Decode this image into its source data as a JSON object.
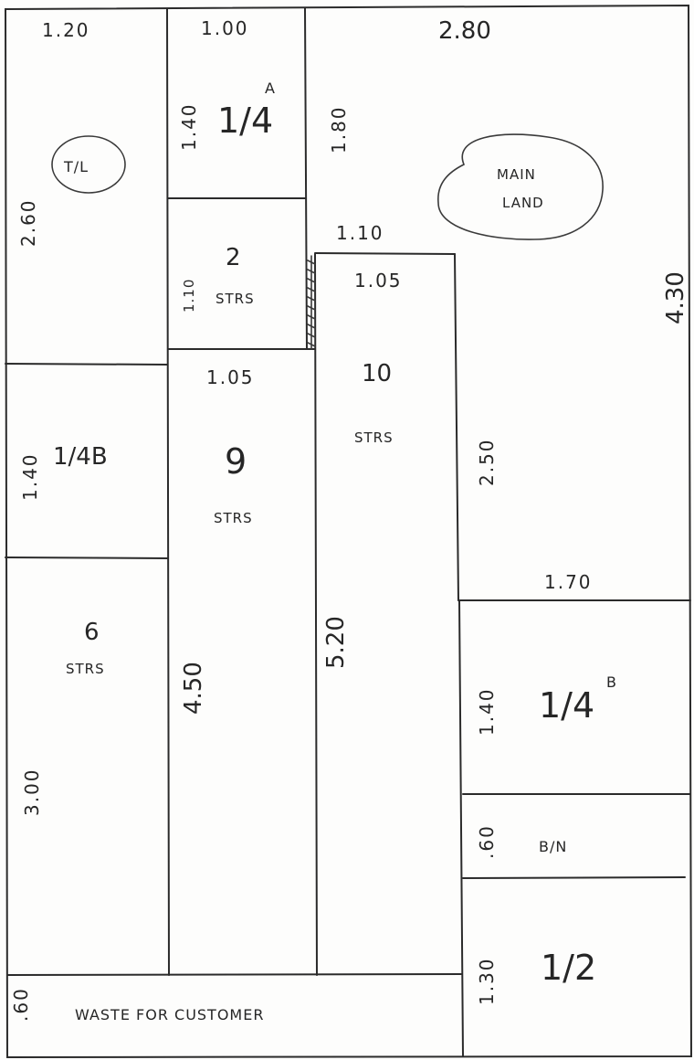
{
  "dimensions": {
    "tl_width": "1.20",
    "tl_height": "2.60",
    "quarter_a_width": "1.00",
    "quarter_a_height": "1.40",
    "main_width": "2.80",
    "main_left_height": "1.80",
    "main_right_height": "4.30",
    "main_step": "1.10",
    "stairs2_height": "1.10",
    "stairs10_width": "1.05",
    "stairs9_width": "1.05",
    "quarter_b_left_height": "1.40",
    "stairs6_height": "3.00",
    "stairs9_height": "4.50",
    "stairs10_height": "5.20",
    "right_mid_height": "2.50",
    "quarter_b_right_width": "1.70",
    "quarter_b_right_height": "1.40",
    "bin_height": ".60",
    "half_height": "1.30",
    "waste_height": ".60"
  },
  "rooms": {
    "tl": "T/L",
    "main_land_1": "MAIN",
    "main_land_2": "LAND",
    "quarter_a_num": "1/4",
    "quarter_a_sup": "A",
    "stairs2_num": "2",
    "stairs2_text": "STRS",
    "stairs10_num": "10",
    "stairs10_text": "STRS",
    "stairs9_num": "9",
    "stairs9_text": "STRS",
    "quarter_b_left": "1/4B",
    "stairs6_num": "6",
    "stairs6_text": "STRS",
    "quarter_b_right_num": "1/4",
    "quarter_b_right_sup": "B",
    "bin": "B/N",
    "half": "1/2",
    "waste": "WASTE FOR CUSTOMER"
  }
}
